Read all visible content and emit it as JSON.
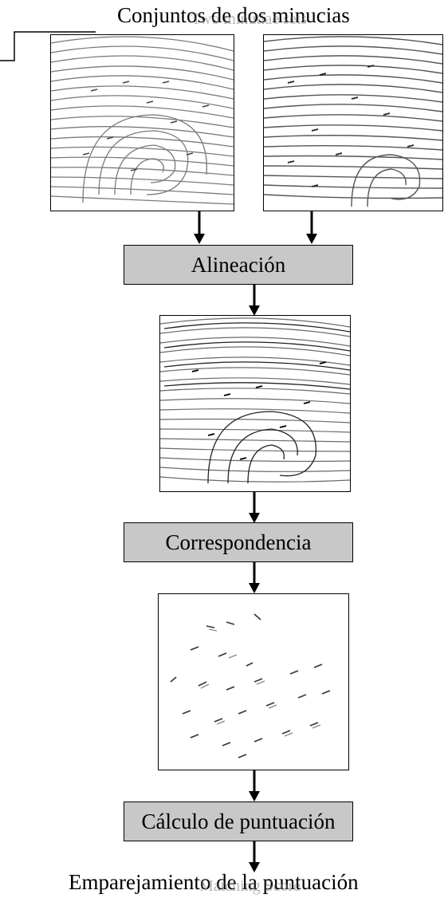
{
  "diagram": {
    "title_label": "Conjuntos de dos minucias",
    "title_overlay": "Two minutiae sets",
    "steps": [
      {
        "label": "Alineación"
      },
      {
        "label": "Correspondencia"
      },
      {
        "label": "Cálculo de puntuación"
      }
    ],
    "output_label": "Emparejamiento de la puntuación",
    "output_overlay": "Matching Score"
  }
}
